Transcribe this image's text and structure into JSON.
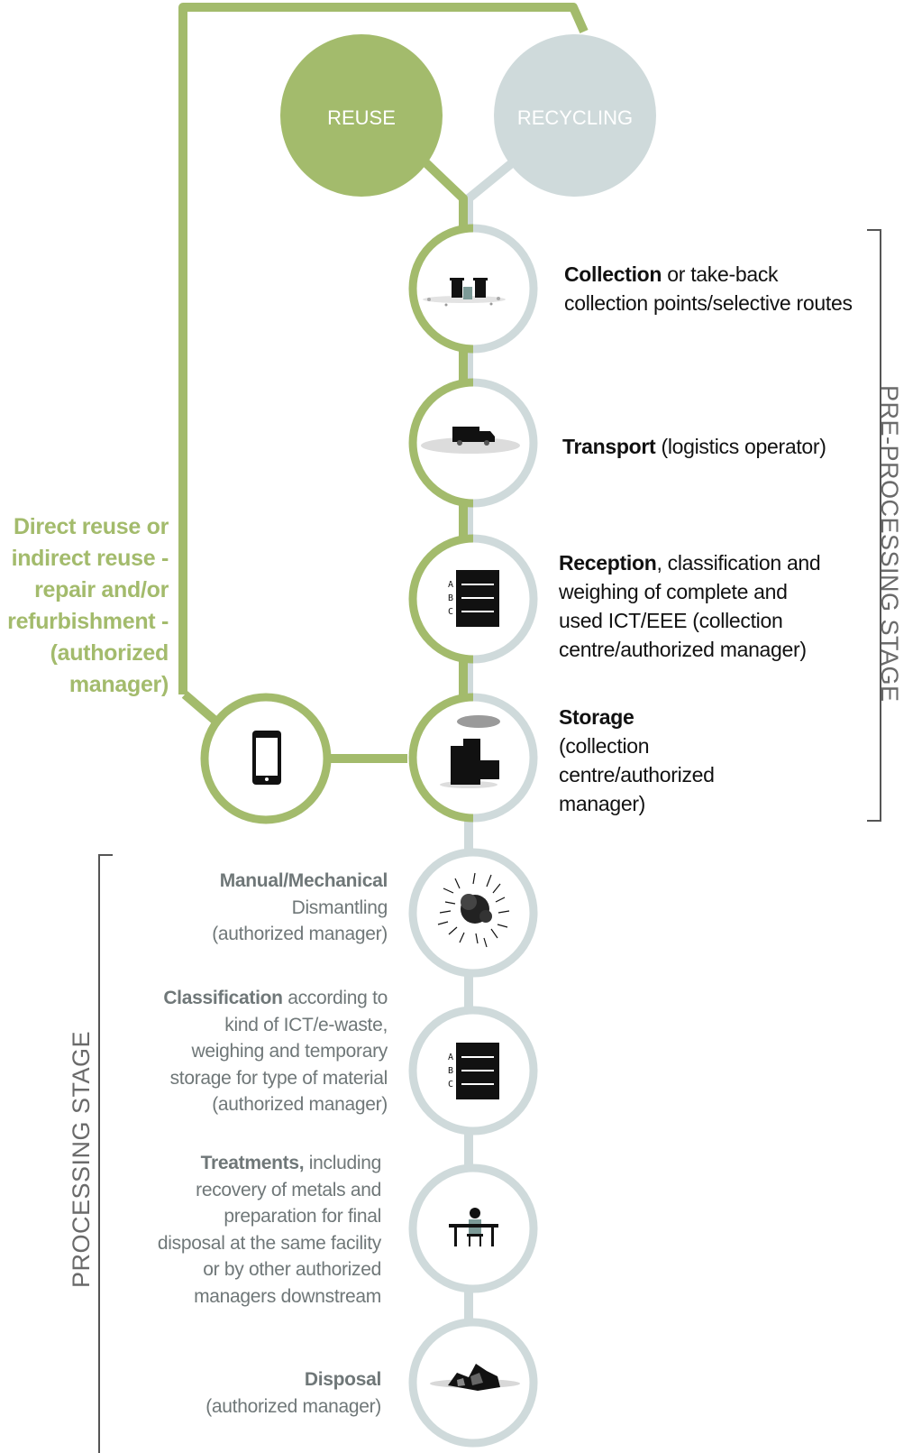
{
  "top_circles": {
    "reuse_label": "REUSE",
    "recycling_label": "RECYCLING"
  },
  "colors": {
    "reuse_green": "#a3bb6c",
    "recycling_grey": "#cfdadb",
    "text_dark": "#111111",
    "text_grey": "#6f7778"
  },
  "steps": {
    "collection": {
      "bold": "Collection",
      "rest": " or take-back",
      "line2": "collection points/selective routes",
      "icon": "waste-bins-icon"
    },
    "transport": {
      "bold": "Transport",
      "rest": " (logistics operator)",
      "icon": "truck-icon"
    },
    "reception": {
      "bold": "Reception",
      "rest": ", classification and",
      "line2": "weighing of complete and",
      "line3": "used ICT/EEE (collection",
      "line4": "centre/authorized manager)",
      "icon": "abc-list-icon"
    },
    "storage": {
      "bold": "Storage",
      "line2": "(collection",
      "line3": "centre/authorized",
      "line4": "manager)",
      "icon": "storage-boxes-icon"
    },
    "dismantling": {
      "bold": "Manual/Mechanical",
      "line2": "Dismantling",
      "line3": "(authorized manager)",
      "icon": "scattered-parts-icon"
    },
    "classification": {
      "bold": "Classification",
      "rest": " according to",
      "line2": "kind of ICT/e-waste,",
      "line3": "weighing and temporary",
      "line4": "storage for type of material",
      "line5": "(authorized manager)",
      "icon": "abc-list-icon"
    },
    "treatments": {
      "bold": "Treatments,",
      "rest": " including",
      "line2": "recovery of metals and",
      "line3": "preparation for final",
      "line4": "disposal at the same facility",
      "line5": "or by other authorized",
      "line6": "managers downstream",
      "icon": "worker-at-desk-icon"
    },
    "disposal": {
      "bold": "Disposal",
      "line2": "(authorized manager)",
      "icon": "debris-pile-icon"
    }
  },
  "reuse_branch": {
    "line1": "Direct reuse or",
    "line2": "indirect reuse -",
    "line3": "repair and/or",
    "line4": "refurbishment -",
    "line5": "(authorized",
    "line6": "manager)",
    "icon": "smartphone-icon"
  },
  "stages": {
    "pre_processing": "PRE-PROCESSING STAGE",
    "processing": "PROCESSING STAGE"
  }
}
